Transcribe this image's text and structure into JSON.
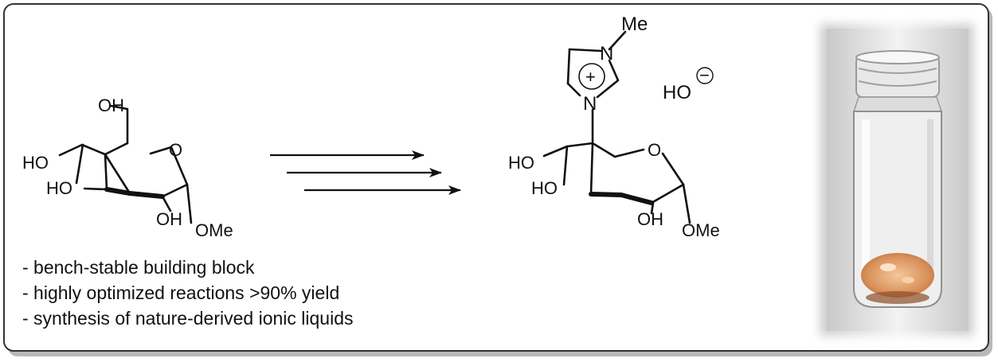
{
  "scheme": {
    "reactant": {
      "labels": {
        "oh_top": "OH",
        "ho_upper": "HO",
        "ho_lower": "HO",
        "oh_bottom": "OH",
        "ring_oxygen": "O",
        "ome": "OMe"
      }
    },
    "product": {
      "labels": {
        "methyl": "Me",
        "n_top": "N",
        "n_bottom": "N",
        "charge": "+",
        "hydroxide": "HO",
        "anion_charge": "−",
        "ho_upper": "HO",
        "ho_lower": "HO",
        "oh_bottom": "OH",
        "ring_oxygen": "O",
        "ome": "OMe"
      }
    },
    "bullets": [
      "- bench-stable building block",
      "- highly optimized reactions >90% yield",
      "- synthesis of nature-derived ionic liquids"
    ]
  },
  "photo": {
    "subject": "glass vial containing orange crystalline solid"
  }
}
